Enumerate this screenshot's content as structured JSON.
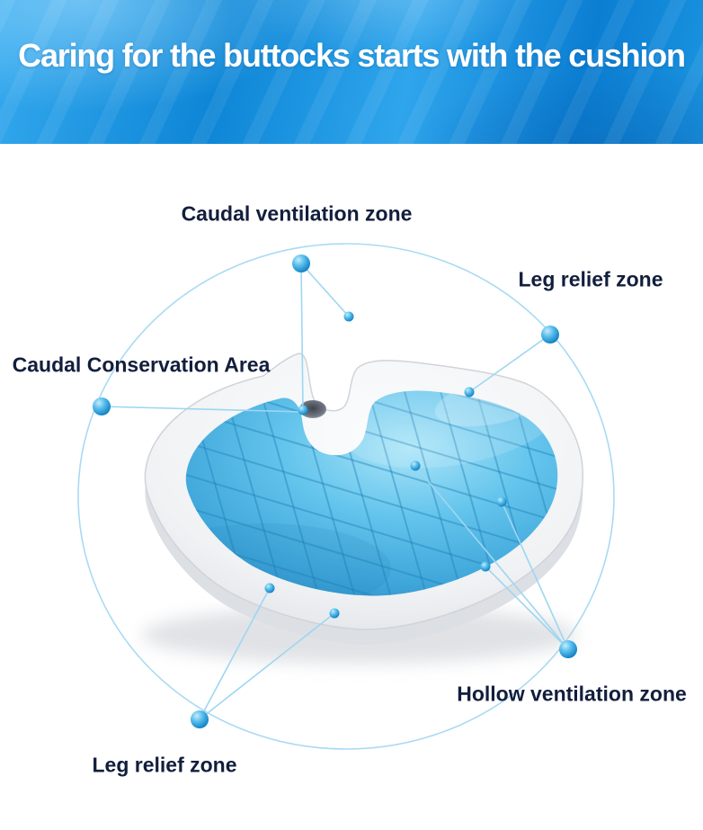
{
  "banner": {
    "title": "Caring for the buttocks starts with the cushion"
  },
  "labels": {
    "caudal_ventilation": "Caudal ventilation zone",
    "leg_relief_top": "Leg relief zone",
    "caudal_conservation": "Caudal Conservation Area",
    "hollow_ventilation": "Hollow ventilation zone",
    "leg_relief_bottom": "Leg relief zone"
  },
  "colors": {
    "banner_blue": "#0e86d6",
    "label_text": "#121e3c",
    "callout_dot": "#35a8e6",
    "connector_line": "#9ed6f2",
    "orbit_ellipse": "#a9daf3",
    "gel_blue": "#55bce8",
    "foam_white": "#f4f5f7"
  }
}
